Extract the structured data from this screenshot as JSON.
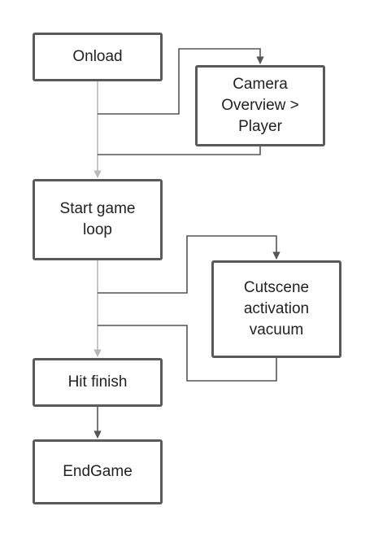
{
  "nodes": {
    "onload": "Onload",
    "camera": "Camera\nOverview >\nPlayer",
    "start": "Start game\nloop",
    "cutscene": "Cutscene\nactivation\nvacuum",
    "hit_finish": "Hit finish",
    "end_game": "EndGame"
  },
  "colors": {
    "node_border": "#5a5a5a",
    "connector_dark": "#555555",
    "connector_light": "#b8b8b8",
    "text": "#222222"
  }
}
